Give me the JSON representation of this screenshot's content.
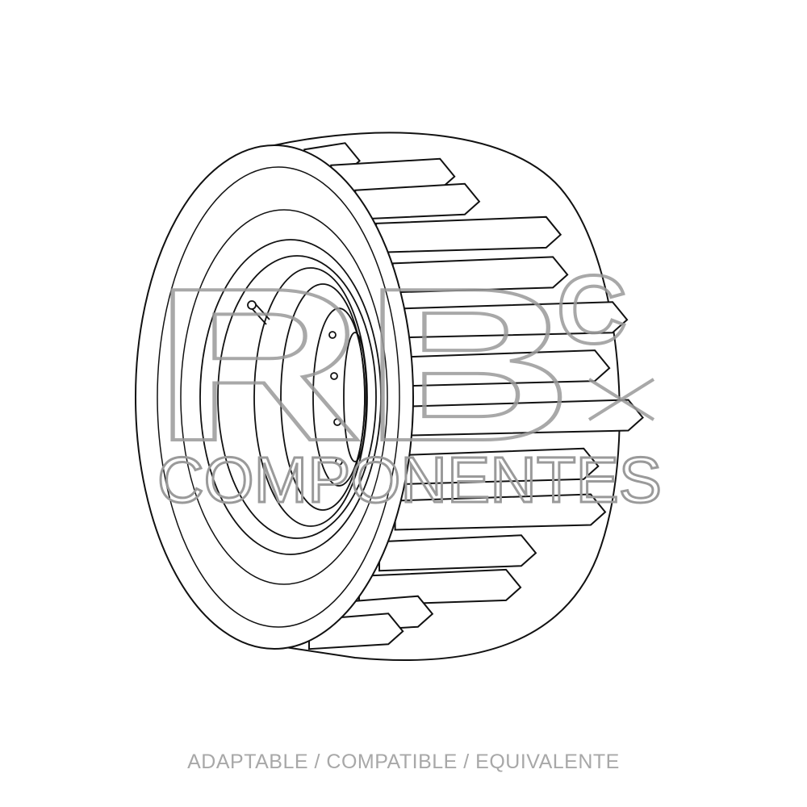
{
  "product": {
    "image_label": "tire-line-drawing"
  },
  "watermark": {
    "logo_text": "RBC",
    "subtitle": "COMPONENTES"
  },
  "caption": "ADAPTABLE / COMPATIBLE / EQUIVALENTE",
  "colors": {
    "line": "#111111",
    "watermark": "#9a9a9a",
    "caption": "#a8a8a8"
  }
}
